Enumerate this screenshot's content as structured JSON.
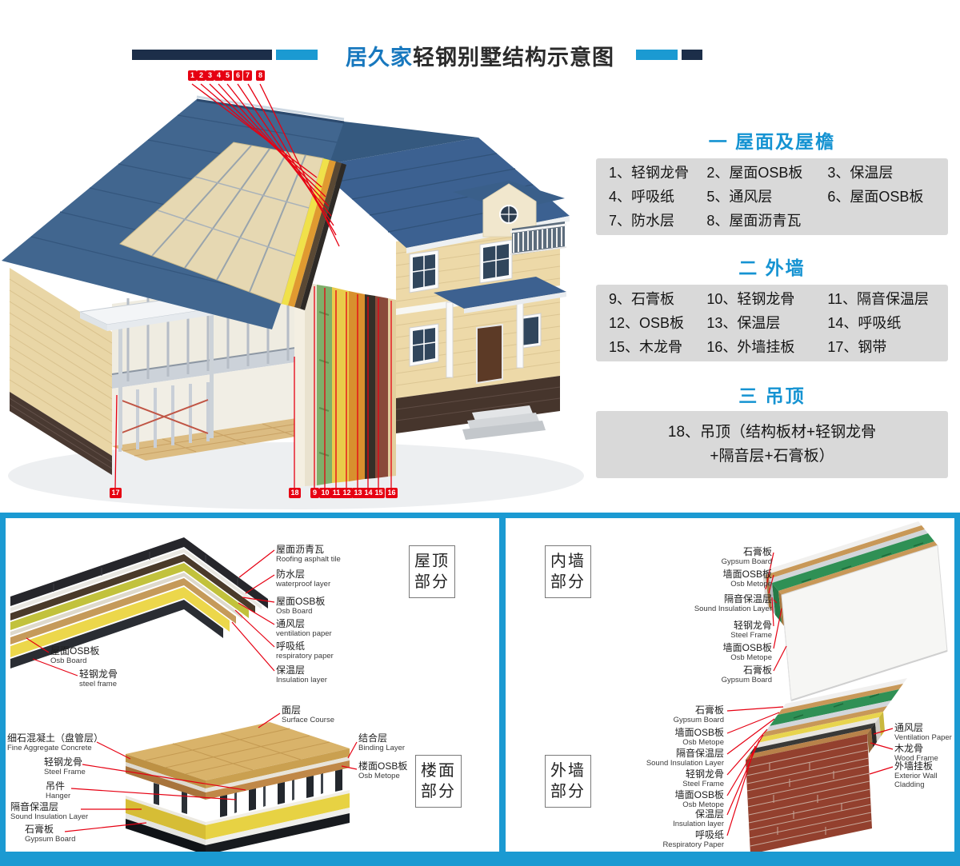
{
  "colors": {
    "accent_blue": "#1b9ad2",
    "navy": "#1c2e49",
    "title_blue": "#1878be",
    "callout_red": "#e60012",
    "legend_box_gray": "#d9d9d9"
  },
  "header": {
    "brand": "居久家",
    "title_rest": "轻钢别墅结构示意图"
  },
  "legend": {
    "sections": [
      {
        "heading": "一 屋面及屋檐",
        "items": [
          "1、轻钢龙骨",
          "2、屋面OSB板",
          "3、保温层",
          "4、呼吸纸",
          "5、通风层",
          "6、屋面OSB板",
          "7、防水层",
          "8、屋面沥青瓦"
        ]
      },
      {
        "heading": "二 外墙",
        "items": [
          "9、石膏板",
          "10、轻钢龙骨",
          "11、隔音保温层",
          "12、OSB板",
          "13、保温层",
          "14、呼吸纸",
          "15、木龙骨",
          "16、外墙挂板",
          "17、钢带"
        ]
      },
      {
        "heading": "三 吊顶",
        "line1": "18、吊顶（结构板材+轻钢龙骨",
        "line2": "+隔音层+石膏板）"
      }
    ]
  },
  "house": {
    "callouts_top": [
      "1",
      "2",
      "3",
      "4",
      "5",
      "6",
      "7",
      "8"
    ],
    "callouts_bottom": [
      "17",
      "18",
      "9",
      "10",
      "11",
      "12",
      "13",
      "14",
      "15",
      "16"
    ]
  },
  "roof_panel": {
    "tag_roof": "屋顶部分",
    "tag_floor": "楼面部分",
    "roof_right": [
      {
        "zh": "屋面沥青瓦",
        "en": "Roofing asphalt tile"
      },
      {
        "zh": "防水层",
        "en": "waterproof layer"
      },
      {
        "zh": "屋面OSB板",
        "en": "Osb Board"
      },
      {
        "zh": "通风层",
        "en": "ventilation paper"
      },
      {
        "zh": "呼吸纸",
        "en": "respiratory paper"
      },
      {
        "zh": "保温层",
        "en": "Insulation layer"
      }
    ],
    "roof_left": [
      {
        "zh": "屋面OSB板",
        "en": "Osb Board"
      },
      {
        "zh": "轻钢龙骨",
        "en": "steel frame"
      }
    ],
    "floor_right": [
      {
        "zh": "面层",
        "en": "Surface Course"
      },
      {
        "zh": "结合层",
        "en": "Binding Layer"
      },
      {
        "zh": "楼面OSB板",
        "en": "Osb Metope"
      }
    ],
    "floor_left": [
      {
        "zh": "细石混凝土（盘管层）",
        "en": "Fine Aggregate Concrete"
      },
      {
        "zh": "轻钢龙骨",
        "en": "Steel Frame"
      },
      {
        "zh": "吊件",
        "en": "Hanger"
      },
      {
        "zh": "隔音保温层",
        "en": "Sound Insulation Layer"
      },
      {
        "zh": "石膏板",
        "en": "Gypsum Board"
      }
    ]
  },
  "wall_panel": {
    "tag_inner": "内墙部分",
    "tag_outer": "外墙部分",
    "inner": [
      {
        "zh": "石膏板",
        "en": "Gypsum Board"
      },
      {
        "zh": "墙面OSB板",
        "en": "Osb Metope"
      },
      {
        "zh": "隔音保温层",
        "en": "Sound Insulation Layer"
      },
      {
        "zh": "轻钢龙骨",
        "en": "Steel Frame"
      },
      {
        "zh": "墙面OSB板",
        "en": "Osb Metope"
      },
      {
        "zh": "石膏板",
        "en": "Gypsum Board"
      }
    ],
    "outer_left": [
      {
        "zh": "石膏板",
        "en": "Gypsum Board"
      },
      {
        "zh": "墙面OSB板",
        "en": "Osb Metope"
      },
      {
        "zh": "隔音保温层",
        "en": "Sound Insulation Layer"
      },
      {
        "zh": "轻钢龙骨",
        "en": "Steel Frame"
      },
      {
        "zh": "墙面OSB板",
        "en": "Osb Metope"
      },
      {
        "zh": "保温层",
        "en": "Insulation layer"
      },
      {
        "zh": "呼吸纸",
        "en": "Respiratory Paper"
      }
    ],
    "outer_right": [
      {
        "zh": "通风层",
        "en": "Ventilation Paper"
      },
      {
        "zh": "木龙骨",
        "en": "Wood Frame"
      },
      {
        "zh": "外墙挂板",
        "en": "Exterior Wall Cladding"
      }
    ]
  }
}
